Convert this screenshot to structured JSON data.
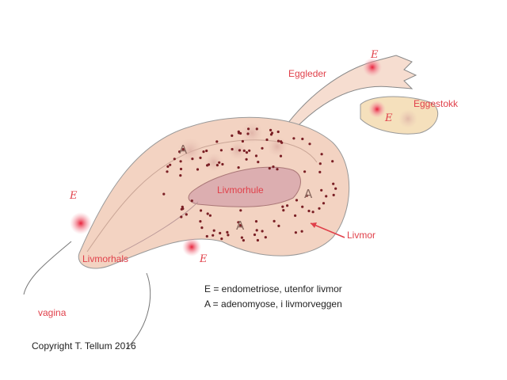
{
  "labels": {
    "eggleder": "Eggleder",
    "eggestokk": "Eggestokk",
    "livmorhule": "Livmorhule",
    "livmor": "Livmor",
    "livmorhals": "Livmorhals",
    "vagina": "vagina"
  },
  "markers": {
    "endometriosis": "E",
    "adenomyosis": "A"
  },
  "legend": [
    "E = endometriose, utenfor livmor",
    "A = adenomyose, i livmorveggen"
  ],
  "copyright": "Copyright T. Tellum 2016",
  "colors": {
    "label": "#e0404a",
    "tissue": "#f3d3c2",
    "cavity": "#dcaeb0",
    "dots": "#7a1f25",
    "ovary": "#f5e0bc"
  }
}
